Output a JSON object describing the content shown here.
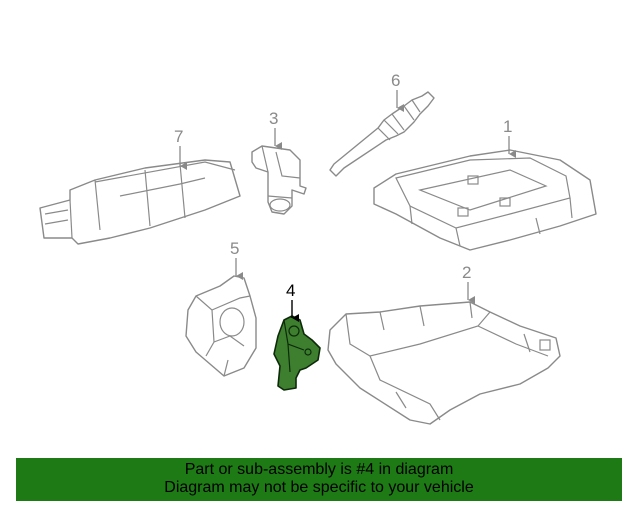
{
  "callouts": {
    "part1": "1",
    "part2": "2",
    "part3": "3",
    "part4": "4",
    "part5": "5",
    "part6": "6",
    "part7": "7"
  },
  "highlight": {
    "part": "4",
    "color": "#3d7f2e"
  },
  "banner": {
    "color": "#1e7a14",
    "line1": "Part or sub-assembly is #4 in diagram",
    "line2": "Diagram may not be specific to your vehicle"
  }
}
